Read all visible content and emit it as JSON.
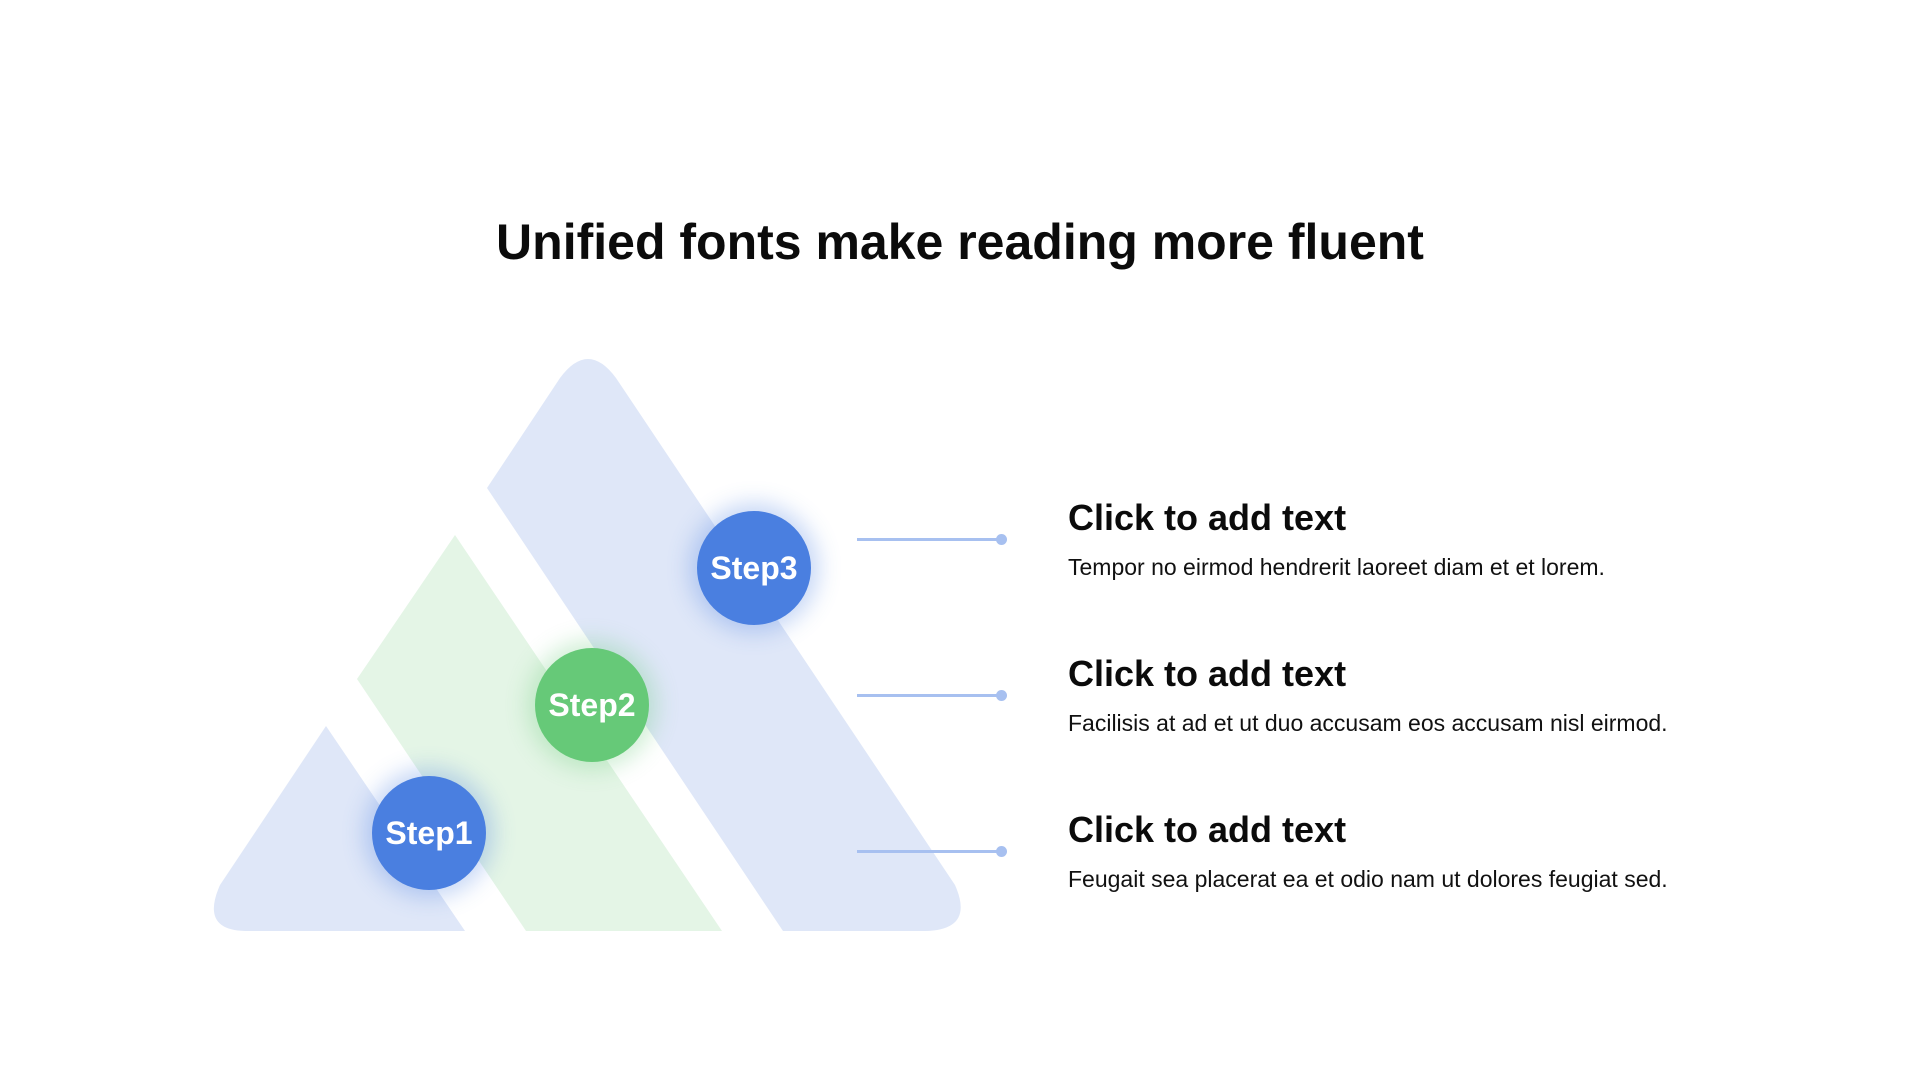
{
  "slide": {
    "title": "Unified fonts make reading more fluent"
  },
  "steps": [
    {
      "label": "Step1",
      "color": "#4a7fe0"
    },
    {
      "label": "Step2",
      "color": "#66c978"
    },
    {
      "label": "Step3",
      "color": "#4a7fe0"
    }
  ],
  "items": [
    {
      "heading": "Click to add text",
      "description": "Tempor no eirmod hendrerit laoreet diam et et lorem."
    },
    {
      "heading": "Click to add text",
      "description": "Facilisis at ad et ut duo accusam eos accusam nisl eirmod."
    },
    {
      "heading": "Click to add text",
      "description": "Feugait sea placerat ea et odio nam ut dolores feugiat sed."
    }
  ],
  "colors": {
    "band_blue": "#dfe7f8",
    "band_green": "#e4f5e6",
    "connector": "#a7c0f0"
  }
}
